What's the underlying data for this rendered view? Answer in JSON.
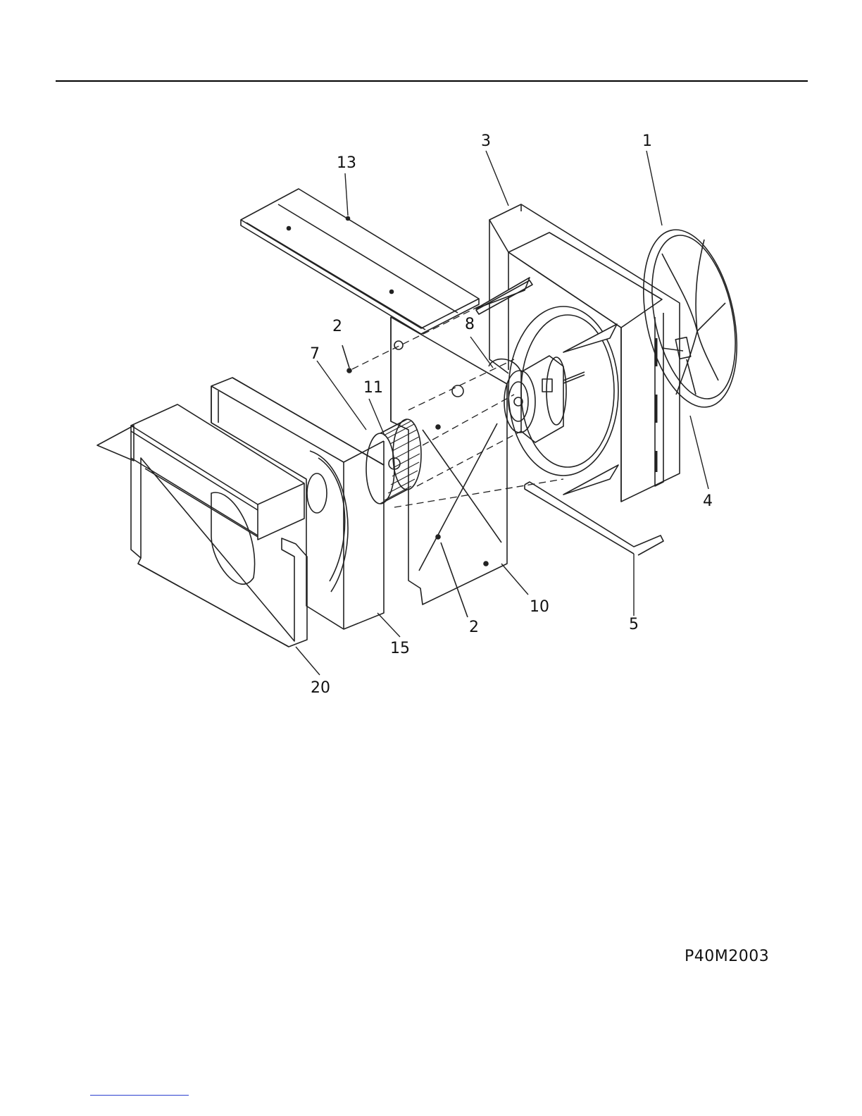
{
  "figure_code": "P40M2003",
  "callouts": {
    "c1": "1",
    "c2a": "2",
    "c2b": "2",
    "c3": "3",
    "c4": "4",
    "c5": "5",
    "c7": "7",
    "c8": "8",
    "c10": "10",
    "c11": "11",
    "c13": "13",
    "c15": "15",
    "c20": "20"
  }
}
